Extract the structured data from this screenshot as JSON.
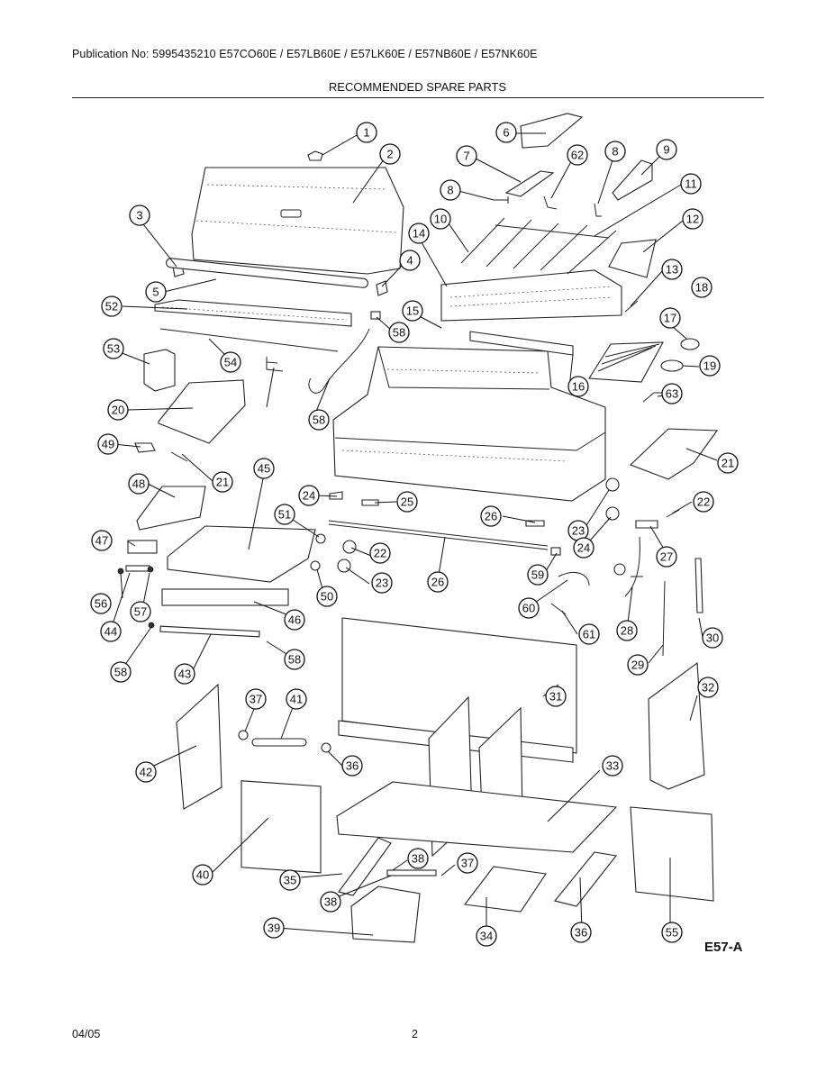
{
  "header": {
    "publication": "Publication No: 5995435210     E57CO60E / E57LB60E / E57LK60E / E57NB60E / E57NK60E",
    "title": "RECOMMENDED SPARE PARTS"
  },
  "figure_id": "E57-A",
  "footer": {
    "date": "04/05",
    "page": "2"
  },
  "callouts": [
    "1",
    "2",
    "3",
    "4",
    "5",
    "6",
    "7",
    "8",
    "8",
    "9",
    "10",
    "11",
    "12",
    "13",
    "14",
    "15",
    "16",
    "17",
    "18",
    "19",
    "20",
    "21",
    "21",
    "22",
    "22",
    "23",
    "23",
    "24",
    "24",
    "25",
    "26",
    "26",
    "27",
    "28",
    "29",
    "30",
    "31",
    "32",
    "33",
    "34",
    "35",
    "36",
    "36",
    "37",
    "37",
    "38",
    "38",
    "39",
    "40",
    "41",
    "42",
    "43",
    "44",
    "45",
    "46",
    "47",
    "48",
    "49",
    "50",
    "51",
    "52",
    "53",
    "54",
    "55",
    "56",
    "57",
    "58",
    "58",
    "58",
    "58",
    "59",
    "60",
    "61",
    "62",
    "63"
  ]
}
